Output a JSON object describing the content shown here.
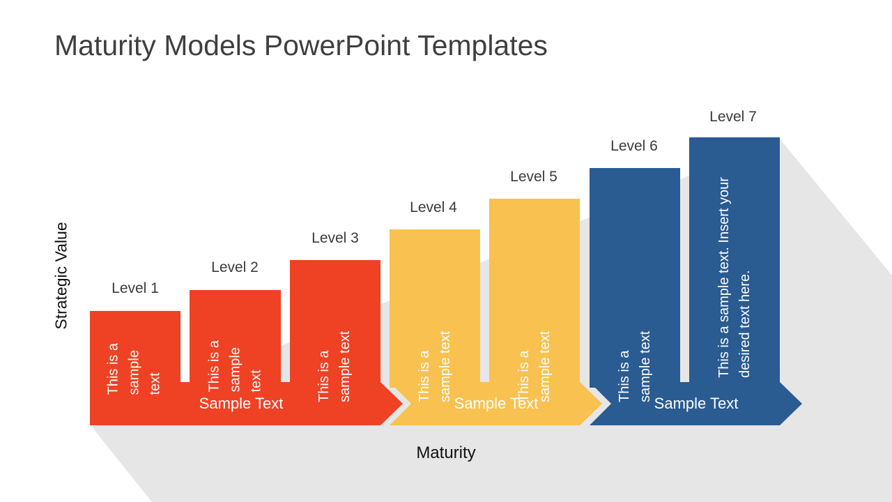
{
  "title": "Maturity Models PowerPoint Templates",
  "axis": {
    "y_label": "Strategic Value",
    "x_label": "Maturity"
  },
  "levels": [
    {
      "label": "Level 1",
      "text": "This is a sample text",
      "color": "#ef4124"
    },
    {
      "label": "Level 2",
      "text": "This is a sample text",
      "color": "#ef4124"
    },
    {
      "label": "Level 3",
      "text": "This is a sample text",
      "color": "#ef4124"
    },
    {
      "label": "Level 4",
      "text": "This is a sample text",
      "color": "#f8c150"
    },
    {
      "label": "Level 5",
      "text": "This is a sample text",
      "color": "#f8c150"
    },
    {
      "label": "Level 6",
      "text": "This is a sample text",
      "color": "#2a5b91"
    },
    {
      "label": "Level 7",
      "text": "This is a sample text. Insert your desired text here.",
      "color": "#2a5b91"
    }
  ],
  "stages": [
    {
      "label": "Sample Text",
      "color": "#ef4124"
    },
    {
      "label": "Sample Text",
      "color": "#f8c150"
    },
    {
      "label": "Sample Text",
      "color": "#2a5b91"
    }
  ],
  "colors": {
    "shadow": "#e6e6e6",
    "red": "#ef4124",
    "yellow": "#f8c150",
    "blue": "#2a5b91"
  }
}
